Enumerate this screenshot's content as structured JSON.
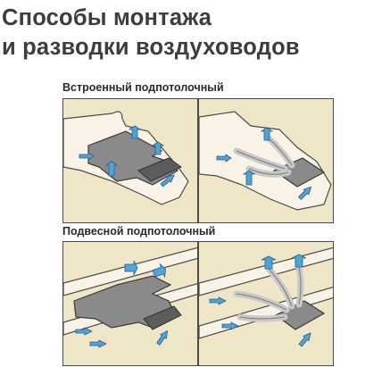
{
  "title": {
    "line1": "Способы монтажа",
    "line2": "и разводки воздуховодов"
  },
  "sections": [
    {
      "label": "Встроенный подпотолочный"
    },
    {
      "label": "Подвесной подпотолочный"
    }
  ],
  "colors": {
    "background": "#efe6c8",
    "ceiling": "#f8f3e6",
    "unit": "#8a8a8a",
    "duct": "#c9c9c9",
    "arrow": "#4fa3d9",
    "outline": "#3a3a3a"
  },
  "icons": [
    "airflow-arrow-icon"
  ]
}
